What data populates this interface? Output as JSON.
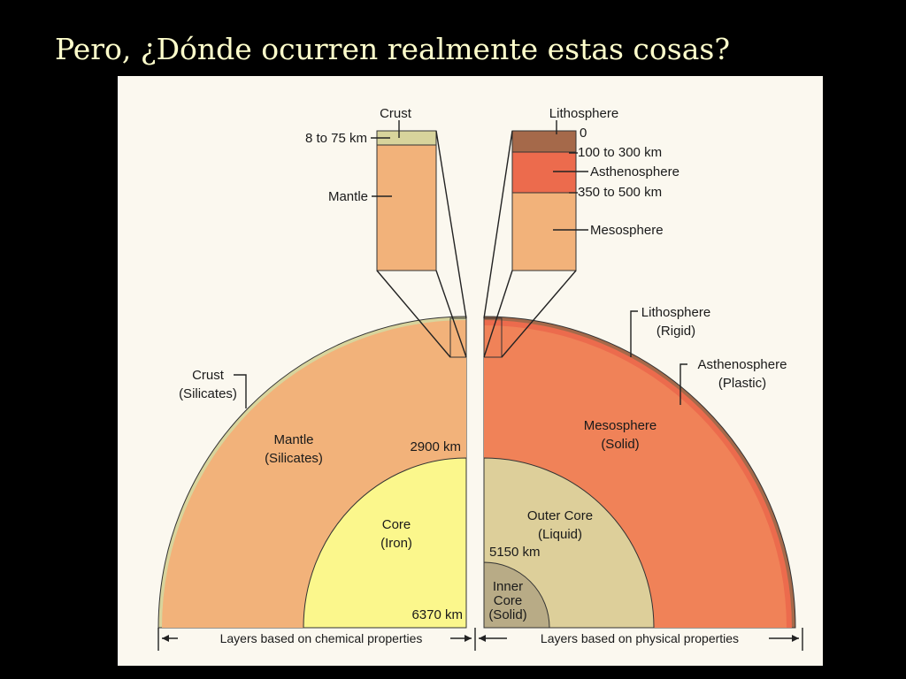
{
  "slide": {
    "title": "Pero, ¿Dónde ocurren realmente estas cosas?"
  },
  "colors": {
    "mantle": "#f2b27a",
    "crust": "#d8d49c",
    "core": "#fbf78c",
    "mesosphere": "#f08258",
    "asthenosphere": "#ec6b4d",
    "lithosphere": "#a5694a",
    "outer_core": "#ddcf9a",
    "inner_core": "#b8ab86",
    "background": "#fbf8ef"
  },
  "chemical": {
    "column": {
      "crust": "Crust",
      "depth": "8 to 75 km",
      "mantle": "Mantle"
    },
    "crust": {
      "name": "Crust",
      "composition": "(Silicates)"
    },
    "mantle": {
      "name": "Mantle",
      "composition": "(Silicates)"
    },
    "core": {
      "name": "Core",
      "composition": "(Iron)"
    },
    "depth_core": "2900 km",
    "depth_center": "6370 km",
    "axis_label": "Layers based on chemical properties"
  },
  "physical": {
    "column": {
      "lithosphere": "Lithosphere",
      "depth_top": "0",
      "depth_litho": "100 to 300 km",
      "asthenosphere": "Asthenosphere",
      "depth_astheno": "350 to 500 km",
      "mesosphere": "Mesosphere"
    },
    "lithosphere": {
      "name": "Lithosphere",
      "state": "(Rigid)"
    },
    "asthenosphere": {
      "name": "Asthenosphere",
      "state": "(Plastic)"
    },
    "mesosphere": {
      "name": "Mesosphere",
      "state": "(Solid)"
    },
    "outer_core": {
      "name": "Outer Core",
      "state": "(Liquid)"
    },
    "inner_core": {
      "name": "Inner",
      "name2": "Core",
      "state": "(Solid)"
    },
    "depth_inner": "5150 km",
    "axis_label": "Layers based on physical properties"
  }
}
